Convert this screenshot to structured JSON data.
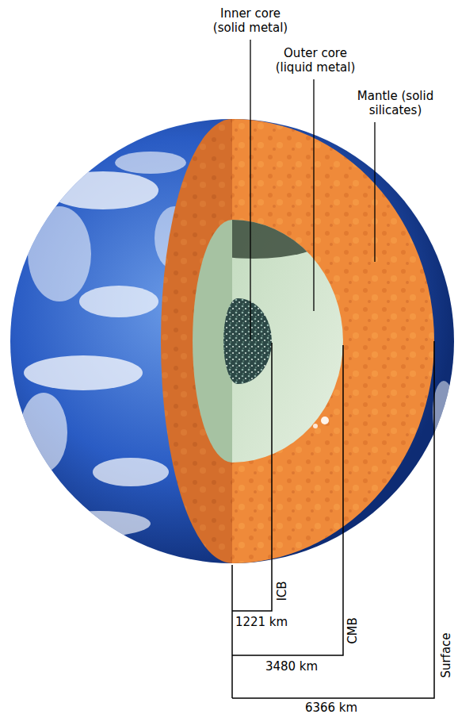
{
  "diagram": {
    "labels": [
      "Inner core (solid metal)",
      "Outer core (liquid metal)",
      "Mantle (solid silicates)",
      "ICB",
      "1221 km",
      "CMB",
      "3480 km",
      "Surface",
      "6366 km"
    ]
  }
}
